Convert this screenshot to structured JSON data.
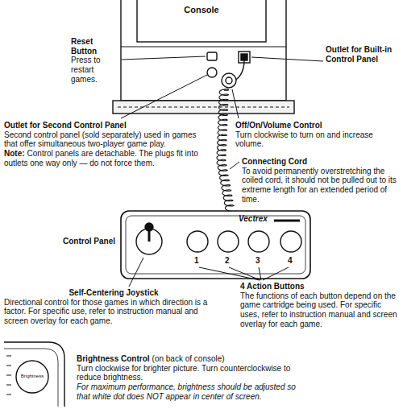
{
  "diagram": {
    "labels": [
      "Console",
      "Reset Button",
      "Press to restart games.",
      "Outlet for Built-in Control Panel",
      "Outlet for Second Control Panel",
      "Second control panel (sold separately) used in games that offer simultaneous two-player game play.",
      "Note:",
      "Control panels are detachable. The plugs fit into outlets one way only — do not force them.",
      "Off/On/Volume Control",
      "Turn clockwise to turn on and increase volume.",
      "Connecting Cord",
      "To avoid permanently overstretching the coiled cord, it should not be pulled out to its extreme length for an extended period of time.",
      "Vectrex",
      "Control Panel",
      "1",
      "2",
      "3",
      "4",
      "Self-Centering Joystick",
      "Directional control for those games in which direction is a factor. For specific use, refer to instruction manual and screen overlay for each game.",
      "4 Action Buttons",
      "The functions of each button depend on the game cartridge being used. For specific uses, refer to instruction manual and screen overlay for each game.",
      "Brightness Control",
      "(on back of console)",
      "Turn clockwise for brighter picture. Turn counterclockwise to reduce brightness.",
      "For maximum performance, brightness should be adjusted so that white dot does NOT appear in center of screen.",
      "Brightness"
    ]
  }
}
